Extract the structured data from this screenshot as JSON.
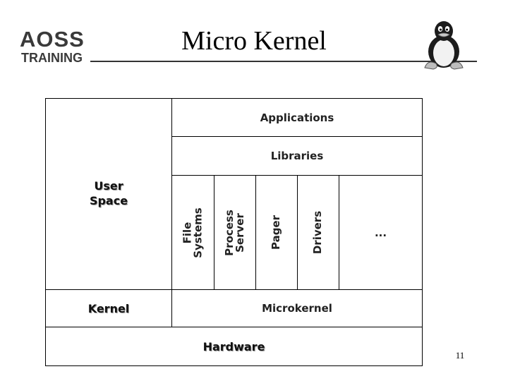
{
  "header": {
    "logo_line1": "AOSS",
    "logo_line2": "TRAINING",
    "title": "Micro Kernel"
  },
  "diagram": {
    "user_space": [
      "User",
      "Space"
    ],
    "applications": "Applications",
    "libraries": "Libraries",
    "servers": {
      "file_systems": [
        "File",
        "Systems"
      ],
      "process_server": [
        "Process",
        "Server"
      ],
      "pager": "Pager",
      "drivers": "Drivers",
      "more": "..."
    },
    "kernel": "Kernel",
    "microkernel": "Microkernel",
    "hardware": "Hardware"
  },
  "footer": {
    "page_number": "11"
  }
}
